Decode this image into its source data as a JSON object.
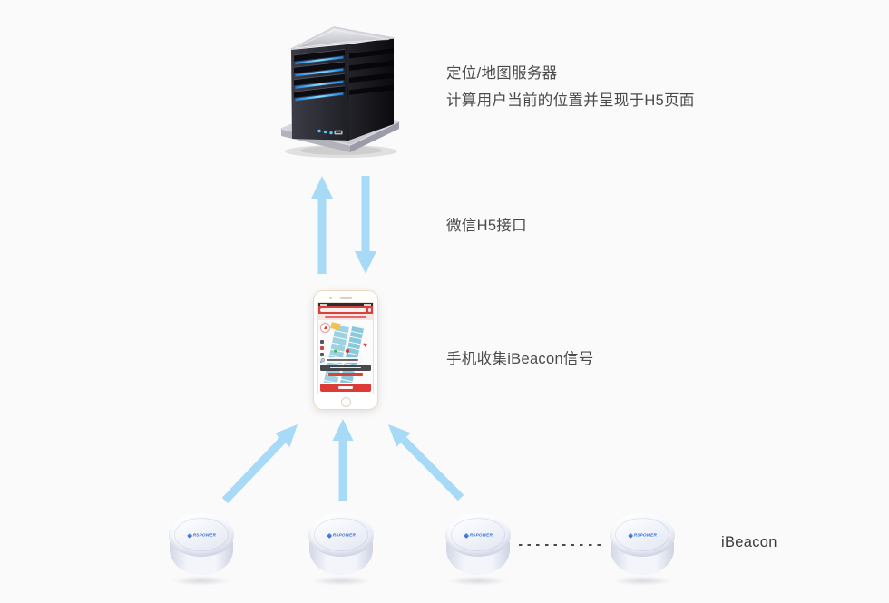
{
  "page": {
    "background": "#fafafa"
  },
  "labels": {
    "server_line1": "定位/地图服务器",
    "server_line2": "计算用户当前的位置并呈现于H5页面",
    "wechat_h5": "微信H5接口",
    "phone_collect": "手机收集iBeacon信号",
    "ibeacon": "iBeacon"
  },
  "beacons": {
    "brand": "RSPOWER",
    "count": 4
  },
  "colors": {
    "arrow_blue": "#a7daf6",
    "label_text": "#4a4a4a",
    "app_red": "#d9413d",
    "beacon_logo_blue": "#3a6fd8",
    "dashed_connector": "#4a4a4a",
    "server_led_blue": "#55c4ff"
  }
}
